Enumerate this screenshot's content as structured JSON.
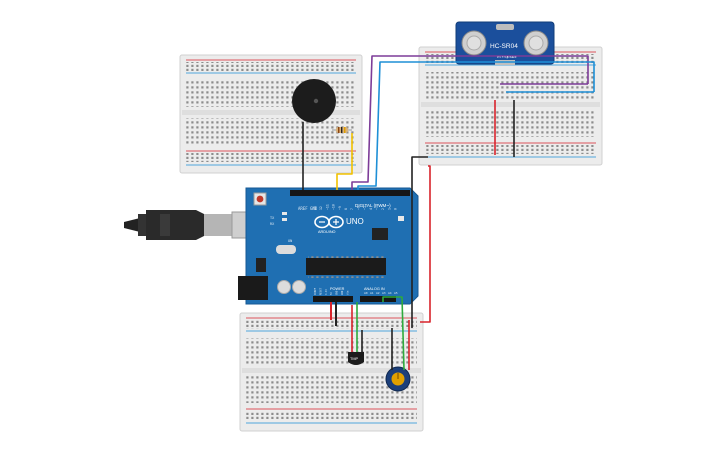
{
  "arduino": {
    "brand": "ARDUINO",
    "model": "UNO",
    "digital_label": "DIGITAL (PWM~)",
    "power_label": "POWER",
    "analog_label": "ANALOG IN",
    "aref_label": "AREF",
    "gnd_label": "GND",
    "tx_label": "TX",
    "rx_label": "RX",
    "on_label": "ON",
    "digital_pins": [
      "13",
      "12",
      "~11",
      "~10",
      "~9",
      "8",
      "7",
      "~6",
      "~5",
      "4",
      "~3",
      "2",
      "1",
      "0"
    ],
    "analog_pins": [
      "A0",
      "A1",
      "A2",
      "A3",
      "A4",
      "A5"
    ],
    "power_pins": [
      "IOREF",
      "RESET",
      "3.3V",
      "5V",
      "GND",
      "GND",
      "Vin"
    ],
    "board_color": "#1f6fb2"
  },
  "sensor": {
    "model": "HC-SR04",
    "pins": [
      "Vcc",
      "Trig",
      "Echo",
      "Gnd"
    ],
    "board_color": "#1b4f9c"
  },
  "temp_sensor": {
    "part": "TMP"
  },
  "wires": {
    "red": "#d9232b",
    "black": "#222222",
    "blue": "#1e8fd6",
    "purple": "#7d3c98",
    "green": "#2eaa3c",
    "yellow": "#f2c200"
  }
}
